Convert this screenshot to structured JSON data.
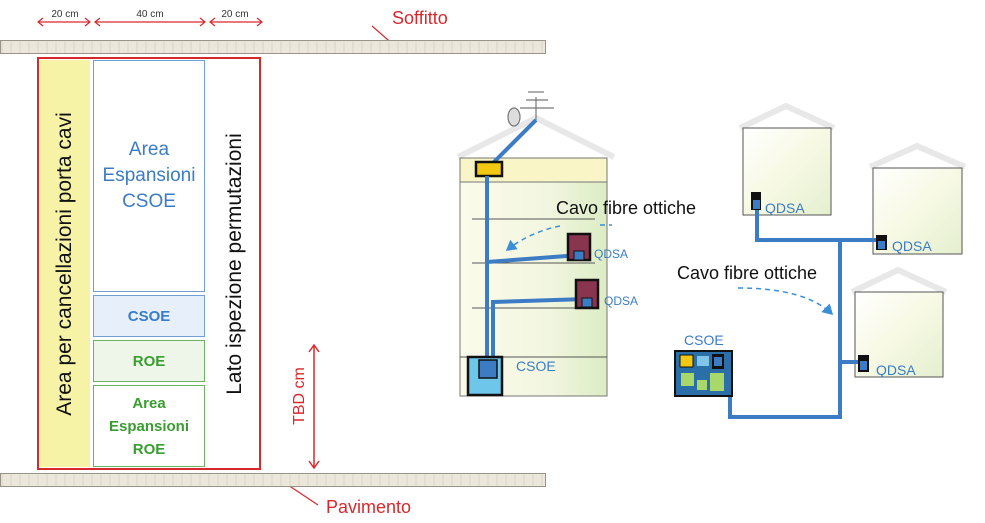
{
  "dimensions": {
    "d1": "20 cm",
    "d2": "40 cm",
    "d3": "20 cm"
  },
  "ceiling_label": "Soffitto",
  "floor_label": "Pavimento",
  "cabinet": {
    "left_area_label": "Area per cancellazioni porta cavi",
    "expansion_csoe_label": "Area Espansioni CSOE",
    "csoe_label": "CSOE",
    "roe_label": "ROE",
    "expansion_roe_label": "Area Espansioni ROE",
    "right_side_label": "Lato ispezione permutazioni"
  },
  "height_label": "TBD cm",
  "building": {
    "cable_label": "Cavo fibre ottiche",
    "qdsa_1": "QDSA",
    "qdsa_2": "QDSA",
    "csoe_label": "CSOE"
  },
  "houses": {
    "cable_label": "Cavo fibre ottiche",
    "csoe_label": "CSOE",
    "qdsa_1": "QDSA",
    "qdsa_2": "QDSA",
    "qdsa_3": "QDSA"
  },
  "colors": {
    "red": "#d9282c",
    "blue": "#3b7cc4",
    "green": "#3a9d2f",
    "yellow": "#f7f3a6"
  }
}
